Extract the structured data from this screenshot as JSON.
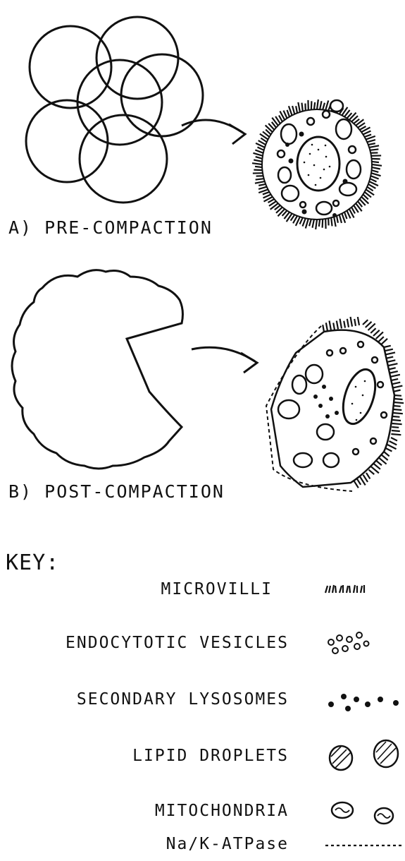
{
  "panels": {
    "a_label": "A)  PRE-COMPACTION",
    "b_label": "B)  POST-COMPACTION"
  },
  "key": {
    "title": "KEY:",
    "items": [
      {
        "label": "MICROVILLI",
        "icon": "microvilli-icon"
      },
      {
        "label": "ENDOCYTOTIC VESICLES",
        "icon": "vesicles-icon"
      },
      {
        "label": "SECONDARY LYSOSOMES",
        "icon": "lysosomes-icon"
      },
      {
        "label": "LIPID DROPLETS",
        "icon": "lipid-droplet-icon"
      },
      {
        "label": "MITOCHONDRIA",
        "icon": "mitochondria-icon"
      },
      {
        "label": "Na/K-ATPase",
        "icon": "dashed-line-icon"
      }
    ]
  },
  "colors": {
    "ink": "#111111",
    "background": "#ffffff"
  }
}
